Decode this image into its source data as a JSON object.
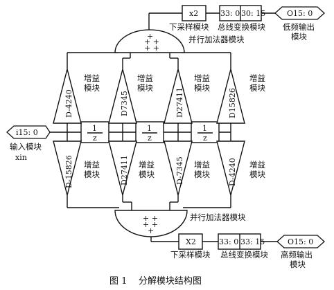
{
  "input": {
    "port": "i15: 0",
    "label_1": "输入模块",
    "label_2": "xin"
  },
  "delay": {
    "numerator": "1",
    "denominator": "z"
  },
  "top_gains": [
    {
      "coef": "D-4240",
      "label_1": "增益",
      "label_2": "模块"
    },
    {
      "coef": "D7345",
      "label_1": "增益",
      "label_2": "模块"
    },
    {
      "coef": "D27411",
      "label_1": "增益",
      "label_2": "模块"
    },
    {
      "coef": "D15826",
      "label_1": "增益",
      "label_2": "模块"
    }
  ],
  "bottom_gains": [
    {
      "coef": "D-15826",
      "label_1": "增益",
      "label_2": "模块"
    },
    {
      "coef": "D27411",
      "label_1": "增益",
      "label_2": "模块"
    },
    {
      "coef": "D-7345",
      "label_1": "增益",
      "label_2": "模块"
    },
    {
      "coef": "D-4240",
      "label_1": "增益",
      "label_2": "模块"
    }
  ],
  "top_adder": {
    "signs_row1": "+",
    "signs_row2": "+ +",
    "signs_row3": "+ +",
    "label": "并行加法器模块"
  },
  "bottom_adder": {
    "signs_row1": "+ +",
    "signs_row2": "+ +",
    "signs_row3": "+",
    "label": "并行加法器模块"
  },
  "top_path": {
    "down_sampler": "x2",
    "down_sampler_label": "下采样模块",
    "bus_in": "33: 0",
    "bus_out": "30: 15",
    "bus_label": "总线变换模块",
    "output_port": "O15: 0",
    "output_label_1": "低频输出",
    "output_label_2": "模块"
  },
  "bottom_path": {
    "down_sampler": "X2",
    "down_sampler_label": "下采样模块",
    "bus_in": "33: 0",
    "bus_out": "33: 15",
    "bus_label": "总线变换模块",
    "output_port": "O15: 0",
    "output_label_1": "高频输出",
    "output_label_2": "模块"
  },
  "caption": "图 1    分解模块结构图"
}
